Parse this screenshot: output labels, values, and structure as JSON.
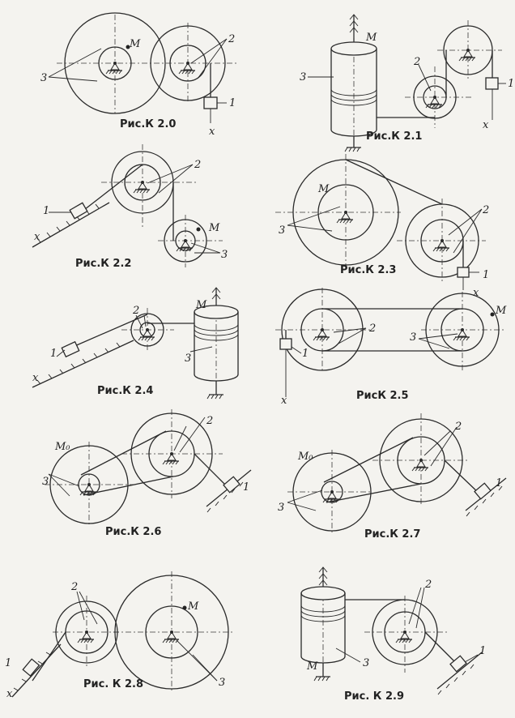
{
  "figures": [
    {
      "id": "k20",
      "caption": "Рис.К 2.0"
    },
    {
      "id": "k21",
      "caption": "Рис.К 2.1"
    },
    {
      "id": "k22",
      "caption": "Рис.К 2.2"
    },
    {
      "id": "k23",
      "caption": "Рис.К 2.3"
    },
    {
      "id": "k24",
      "caption": "Рис.К 2.4"
    },
    {
      "id": "k25",
      "caption": "РисК 2.5"
    },
    {
      "id": "k26",
      "caption": "Рис.К 2.6"
    },
    {
      "id": "k27",
      "caption": "Рис.К 2.7"
    },
    {
      "id": "k28",
      "caption": "Рис. К 2.8"
    },
    {
      "id": "k29",
      "caption": "Рис. К 2.9"
    }
  ],
  "labels": {
    "one": "1",
    "two": "2",
    "three": "3",
    "m": "M",
    "m0": "M₀",
    "x": "x"
  }
}
